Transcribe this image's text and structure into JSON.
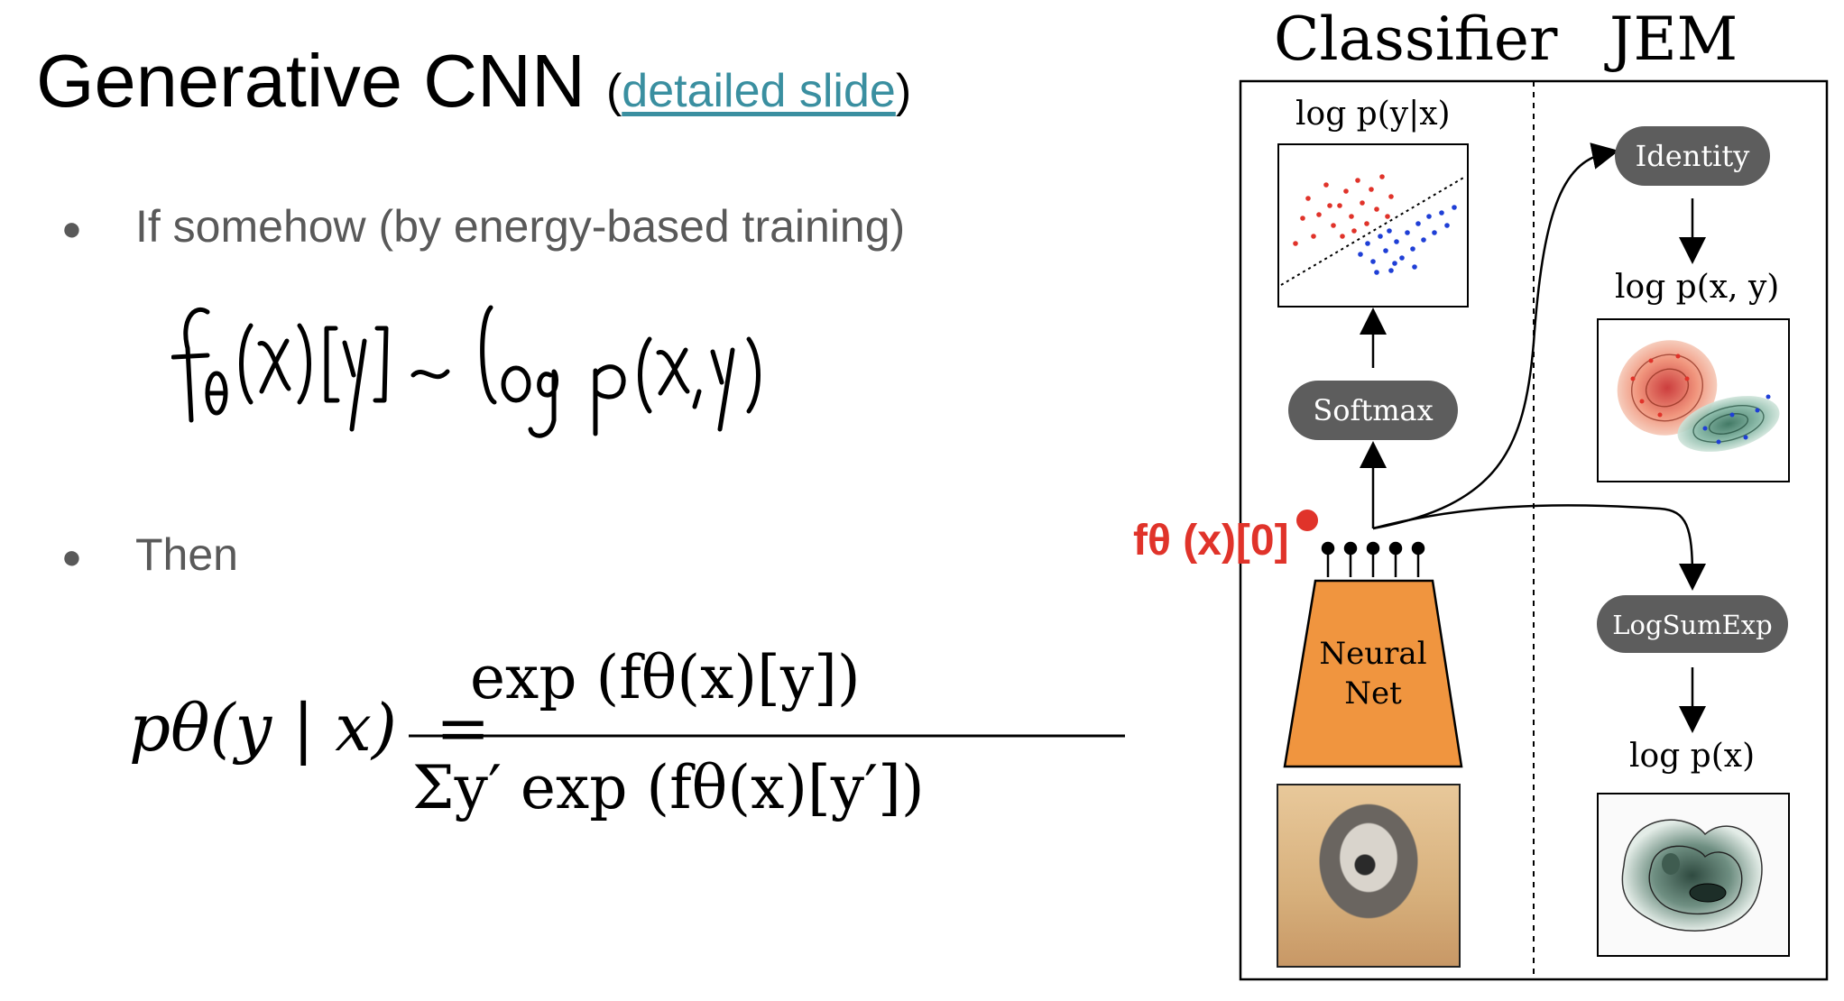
{
  "slide": {
    "title": "Generative CNN",
    "link_open": "(",
    "link_text": "detailed slide",
    "link_close": ")"
  },
  "bullets": [
    {
      "text": "If somehow (by energy-based training)"
    },
    {
      "text": "Then"
    }
  ],
  "handwritten": {
    "text": "fθ(x)[y] ~ log p(x,y)"
  },
  "formula": {
    "lhs": "pθ(y | x)",
    "eq": "=",
    "numerator": "exp (fθ(x)[y])",
    "denominator": "Σy′ exp (fθ(x)[y′])"
  },
  "diagram": {
    "col_classifier": "Classifier",
    "col_jem": "JEM",
    "label_pyx": "log p(y|x)",
    "softmax": "Softmax",
    "neural_net_line1": "Neural",
    "neural_net_line2": "Net",
    "identity": "Identity",
    "label_pxy": "log p(x, y)",
    "logsumexp": "LogSumExp",
    "label_px": "log p(x)",
    "annotation": "fθ (x)[0]",
    "annotation_color": "#e0332a"
  },
  "colors": {
    "red_points": "#e0332a",
    "blue_points": "#1f3fd6",
    "net_fill": "#f0953f",
    "pill_fill": "#5d5d5d"
  }
}
